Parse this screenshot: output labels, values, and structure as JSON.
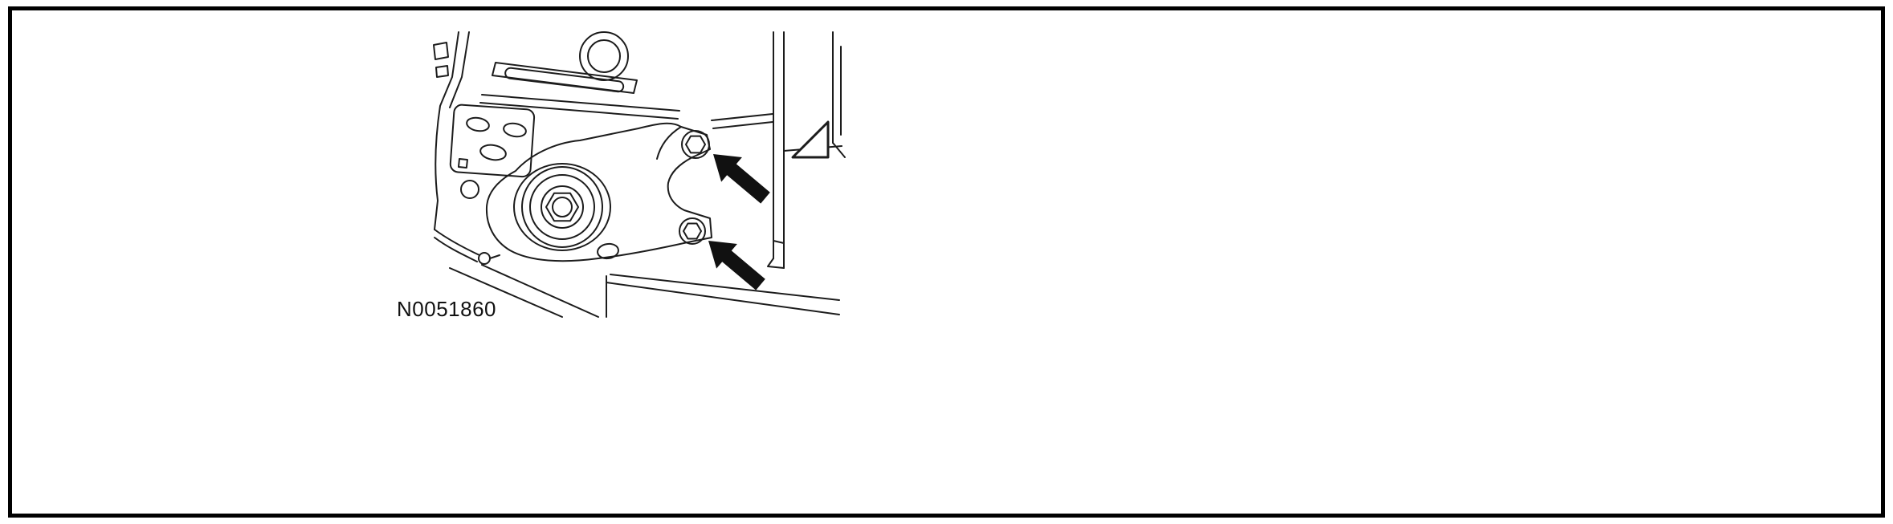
{
  "figure": {
    "id_label": "N0051860",
    "colors": {
      "line": "#1c1c1c",
      "background": "#ffffff",
      "border": "#000000",
      "arrow_fill": "#111111"
    },
    "icons": {
      "upper_callout": "solid-arrow-up-left",
      "lower_callout": "solid-arrow-up-left"
    }
  }
}
